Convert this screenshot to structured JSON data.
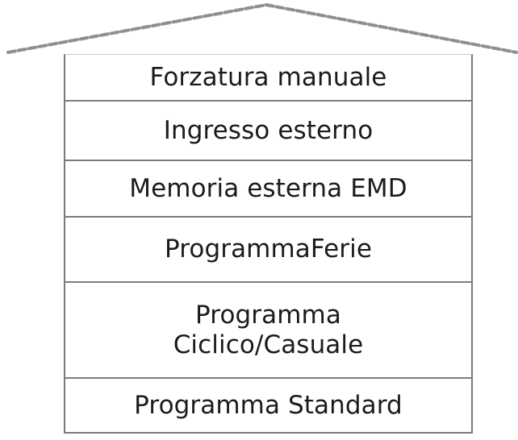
{
  "diagram": {
    "type": "house-hierarchy",
    "title": "",
    "background_color": "#ffffff",
    "text_color": "#1b1b1b",
    "border_color": "#7b7b7b",
    "roof_color": "#8f8f8f",
    "roof": {
      "style": "dashed",
      "apex_label": ""
    },
    "rows": [
      {
        "label": "Forzatura manuale"
      },
      {
        "label": "Ingresso esterno"
      },
      {
        "label": "Memoria esterna EMD"
      },
      {
        "label": "ProgrammaFerie"
      },
      {
        "label": "Programma\nCiclico/Casuale"
      },
      {
        "label": "Programma Standard"
      }
    ]
  }
}
